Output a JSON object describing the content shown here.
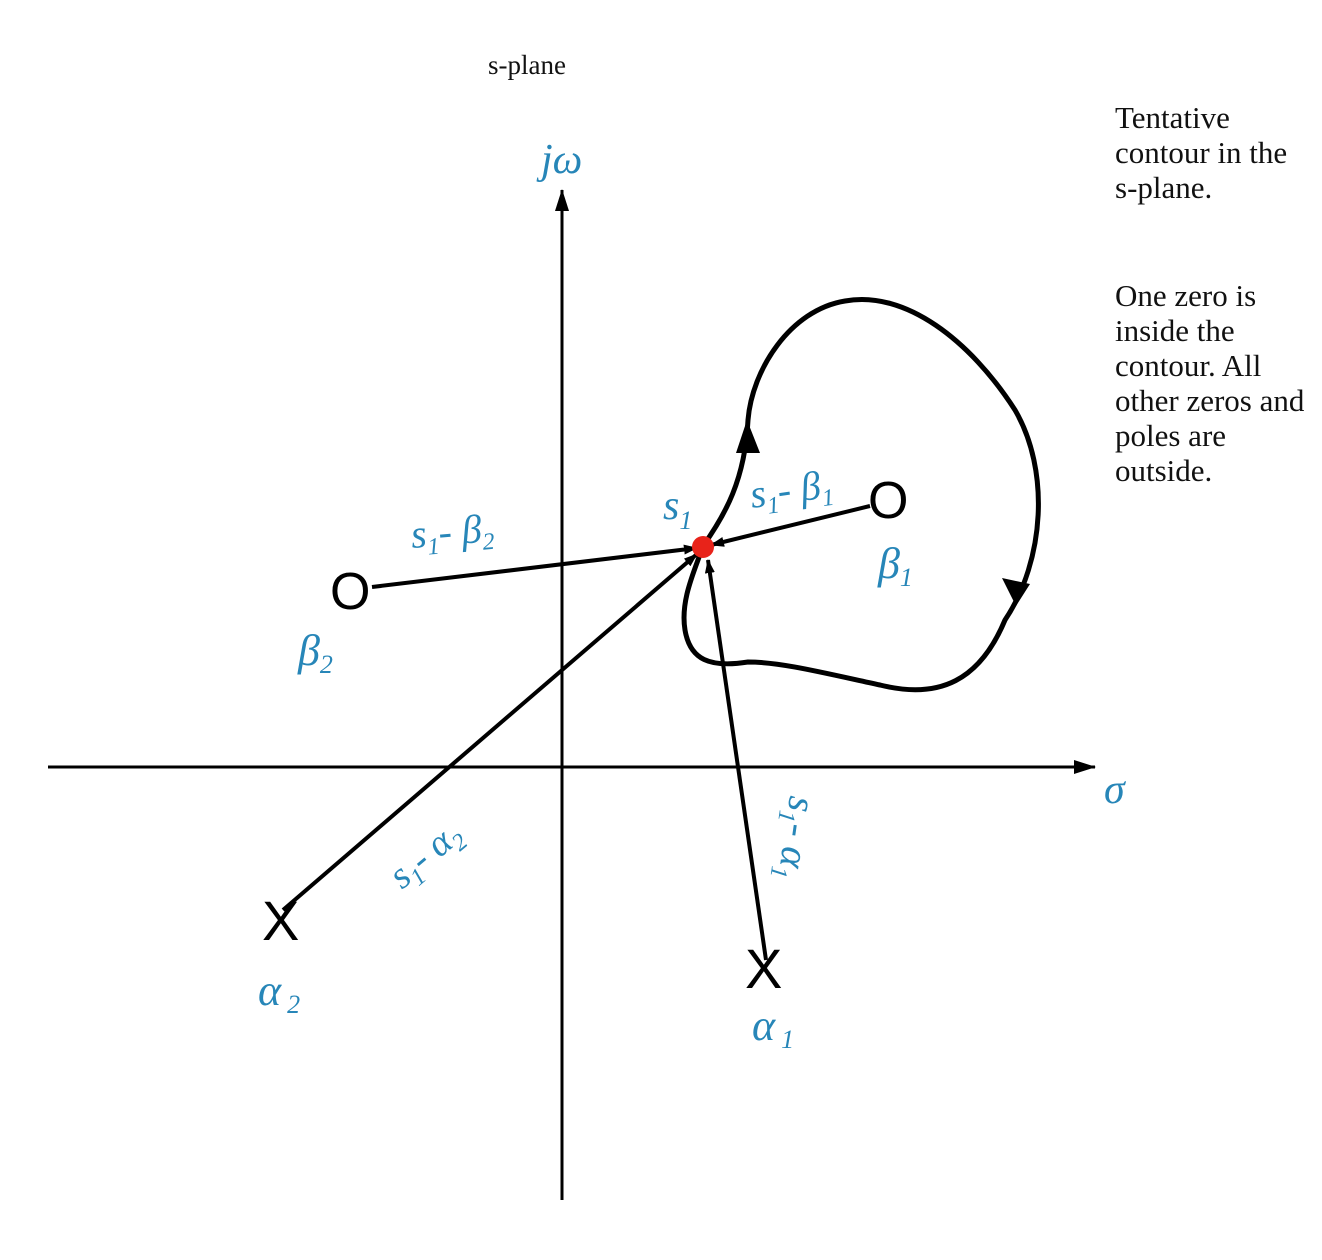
{
  "diagram": {
    "title": "s-plane",
    "axis_labels": {
      "imaginary": "jω",
      "real": "σ"
    },
    "point": {
      "label": "s",
      "sub": "1",
      "color": "#e8231a"
    },
    "zeros": [
      {
        "symbol": "O",
        "label": "β",
        "sub": "1"
      },
      {
        "symbol": "O",
        "label": "β",
        "sub": "2"
      }
    ],
    "poles": [
      {
        "symbol": "X",
        "label": "α",
        "sub": "1"
      },
      {
        "symbol": "X",
        "label": "α",
        "sub": "2"
      }
    ],
    "vectors": [
      {
        "pre": "s",
        "sub1": "1",
        "mid": "- β",
        "sub2": "1"
      },
      {
        "pre": "s",
        "sub1": "1",
        "mid": "- β",
        "sub2": "2"
      },
      {
        "pre": "s",
        "sub1": "1",
        "mid": "- α",
        "sub2": "1"
      },
      {
        "pre": "s",
        "sub1": "1",
        "mid": "- α",
        "sub2": "2"
      }
    ],
    "notes": [
      "Tentative contour in the s-plane.",
      "One zero is inside the contour. All other zeros and poles are outside."
    ],
    "colors": {
      "label": "#2786b8",
      "stroke": "#000000",
      "point": "#e8231a"
    }
  }
}
